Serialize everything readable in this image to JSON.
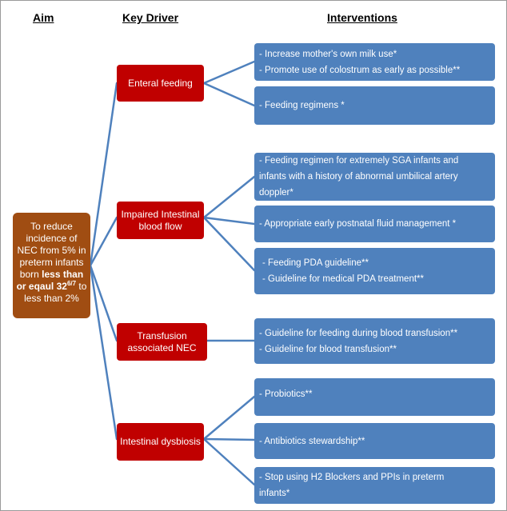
{
  "headers": {
    "aim": "Aim",
    "driver": "Key Driver",
    "interventions": "Interventions"
  },
  "aim": {
    "line1": "To reduce",
    "line2": "incidence of",
    "line3": "NEC from 5% in",
    "line4": "preterm infants",
    "line5_pre": "born ",
    "line5_bold": "less than",
    "line6_bold": "or eqaul 32",
    "line6_sup": "6/7",
    "line6_post": " to",
    "line7": "less than 2%"
  },
  "drivers": [
    {
      "label": "Enteral feeding",
      "interventions": [
        [
          "- Increase mother's own milk use*",
          "- Promote use of colostrum as early as possible**"
        ],
        [
          "- Feeding regimens *"
        ]
      ]
    },
    {
      "label": "Impaired Intestinal blood flow",
      "interventions": [
        [
          "- Feeding regimen for extremely SGA infants and",
          "infants with a history of abnormal umbilical artery",
          "doppler*"
        ],
        [
          "- Appropriate early postnatal fluid management *"
        ],
        [
          " -  Feeding PDA guideline**",
          "-  Guideline for medical PDA treatment**"
        ]
      ]
    },
    {
      "label": "Transfusion associated NEC",
      "interventions": [
        [
          "- Guideline for feeding during blood transfusion**",
          "- Guideline for blood transfusion**"
        ]
      ]
    },
    {
      "label": "Intestinal dysbiosis",
      "interventions": [
        [
          "- Probiotics**"
        ],
        [
          "- Antibiotics stewardship**"
        ],
        [
          "- Stop using H2 Blockers and PPIs in preterm",
          "infants*"
        ]
      ]
    }
  ],
  "colors": {
    "aim_box": "#a04d12",
    "driver_box": "#c00000",
    "intervention_box": "#4f81bd",
    "connector": "#4f81bd"
  }
}
